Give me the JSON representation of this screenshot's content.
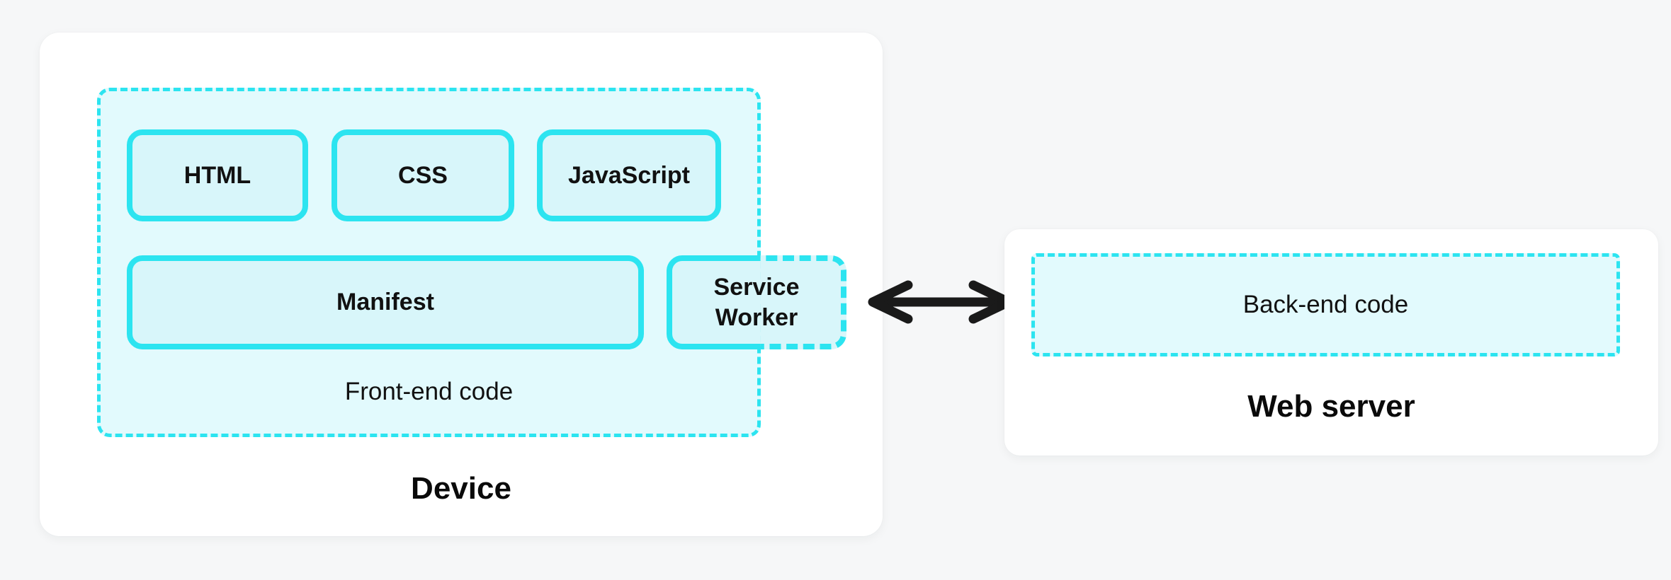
{
  "device": {
    "label": "Device",
    "frontend": {
      "label": "Front-end code",
      "boxes": [
        "HTML",
        "CSS",
        "JavaScript"
      ],
      "manifest_label": "Manifest",
      "service_worker_label": "Service Worker"
    }
  },
  "server": {
    "label": "Web server",
    "backend_label": "Back-end code"
  },
  "colors": {
    "accent": "#2ce4f0",
    "fill_light": "#e2fafd",
    "fill_box": "#d8f6fa",
    "card": "#ffffff",
    "background": "#f6f7f8",
    "text": "#111111",
    "arrow": "#1a1a1a"
  }
}
